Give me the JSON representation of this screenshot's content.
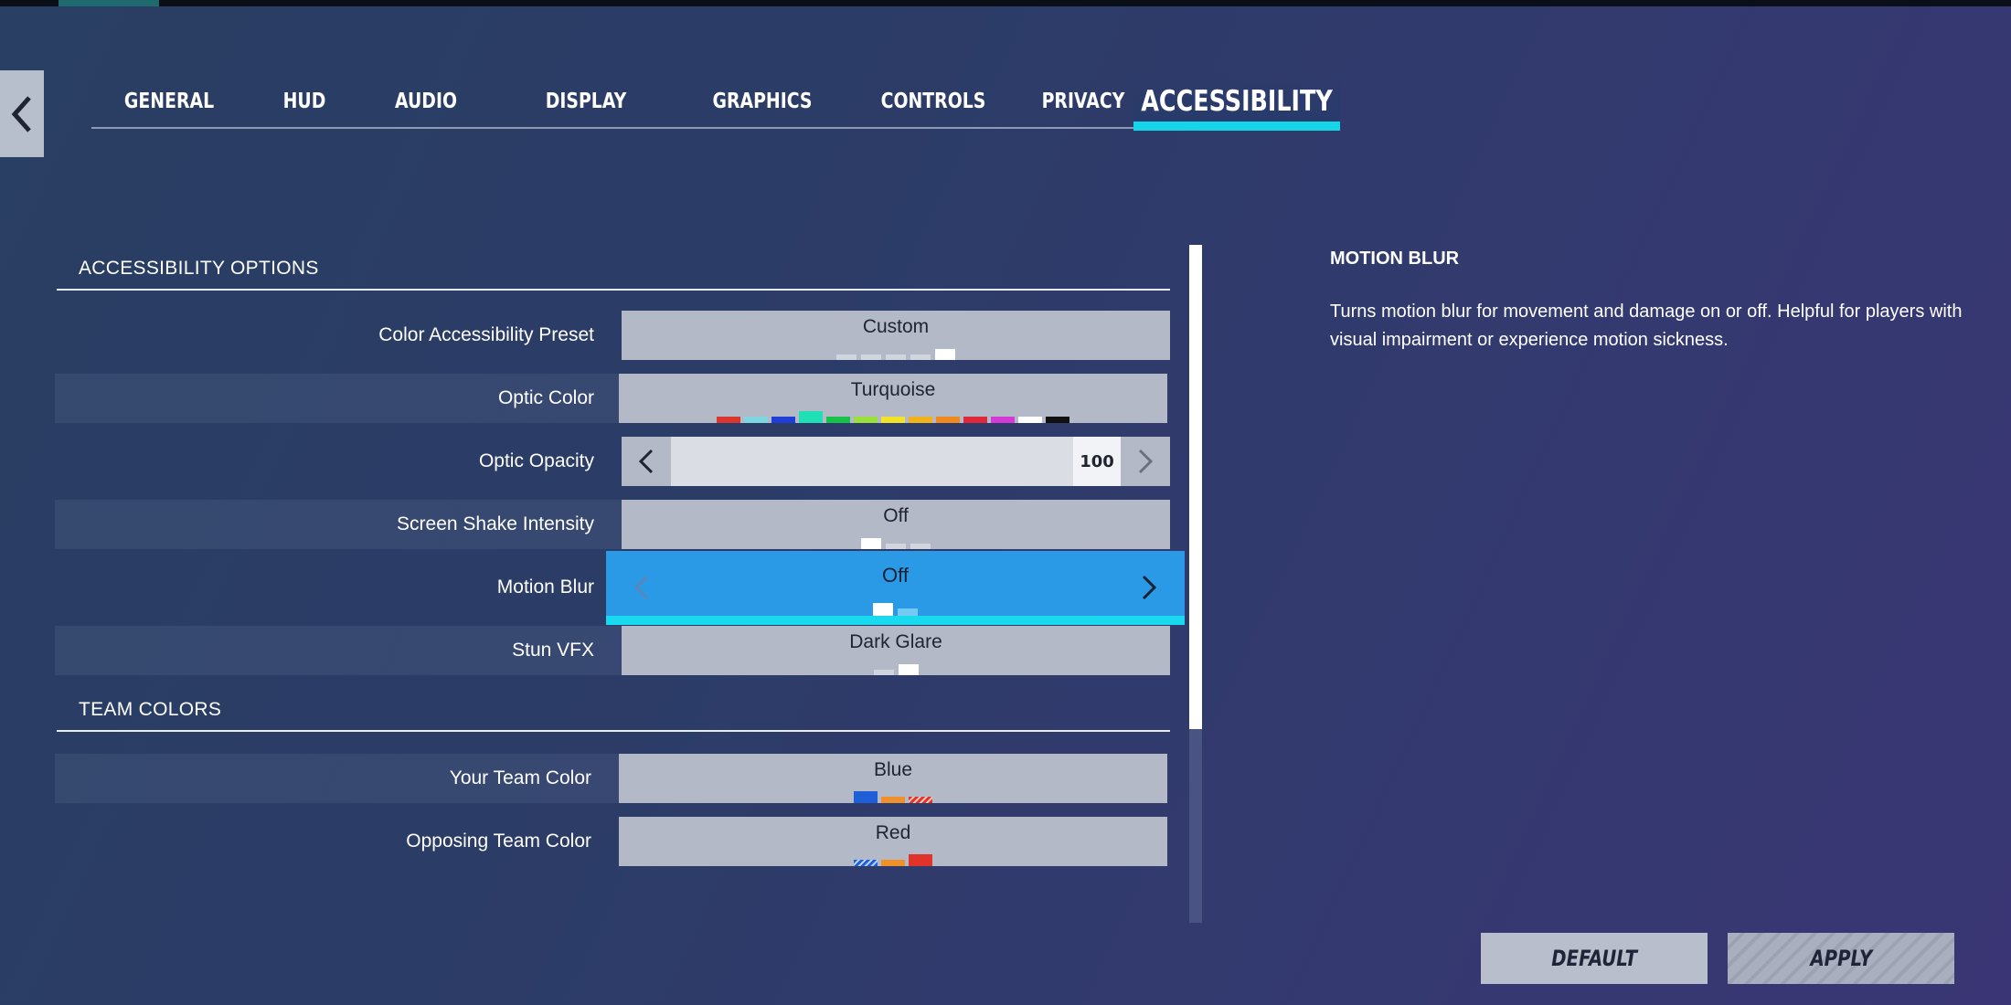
{
  "tabs": [
    {
      "label": "GENERAL"
    },
    {
      "label": "HUD"
    },
    {
      "label": "AUDIO"
    },
    {
      "label": "DISPLAY"
    },
    {
      "label": "GRAPHICS"
    },
    {
      "label": "CONTROLS"
    },
    {
      "label": "PRIVACY"
    },
    {
      "label": "ACCESSIBILITY",
      "active": true
    }
  ],
  "sections": {
    "accessibility": "ACCESSIBILITY OPTIONS",
    "team": "TEAM COLORS"
  },
  "settings": {
    "color_preset": {
      "label": "Color Accessibility Preset",
      "value": "Custom"
    },
    "optic_color": {
      "label": "Optic Color",
      "value": "Turquoise",
      "swatches": [
        "#d8362f",
        "#7ed6e0",
        "#1f3fd6",
        "#1fe0b4",
        "#17c24a",
        "#9be03a",
        "#f2e22a",
        "#f2b21a",
        "#f08a1e",
        "#e0283a",
        "#d63ad6",
        "#ffffff",
        "#111111"
      ],
      "selected_index": 3
    },
    "optic_opacity": {
      "label": "Optic Opacity",
      "value": "100",
      "fraction": 1.0
    },
    "screen_shake": {
      "label": "Screen Shake Intensity",
      "value": "Off"
    },
    "motion_blur": {
      "label": "Motion Blur",
      "value": "Off"
    },
    "stun_vfx": {
      "label": "Stun VFX",
      "value": "Dark Glare"
    },
    "your_team_color": {
      "label": "Your Team Color",
      "value": "Blue"
    },
    "opposing_team_color": {
      "label": "Opposing Team Color",
      "value": "Red"
    }
  },
  "description": {
    "title": "MOTION BLUR",
    "text": "Turns motion blur for movement and damage on or off. Helpful for players with visual impairment or experience motion sickness."
  },
  "buttons": {
    "default": "DEFAULT",
    "apply": "APPLY"
  },
  "colors": {
    "accent": "#15d6e8",
    "selected": "#2a9ae6",
    "control_bg": "#b3b9c6"
  }
}
